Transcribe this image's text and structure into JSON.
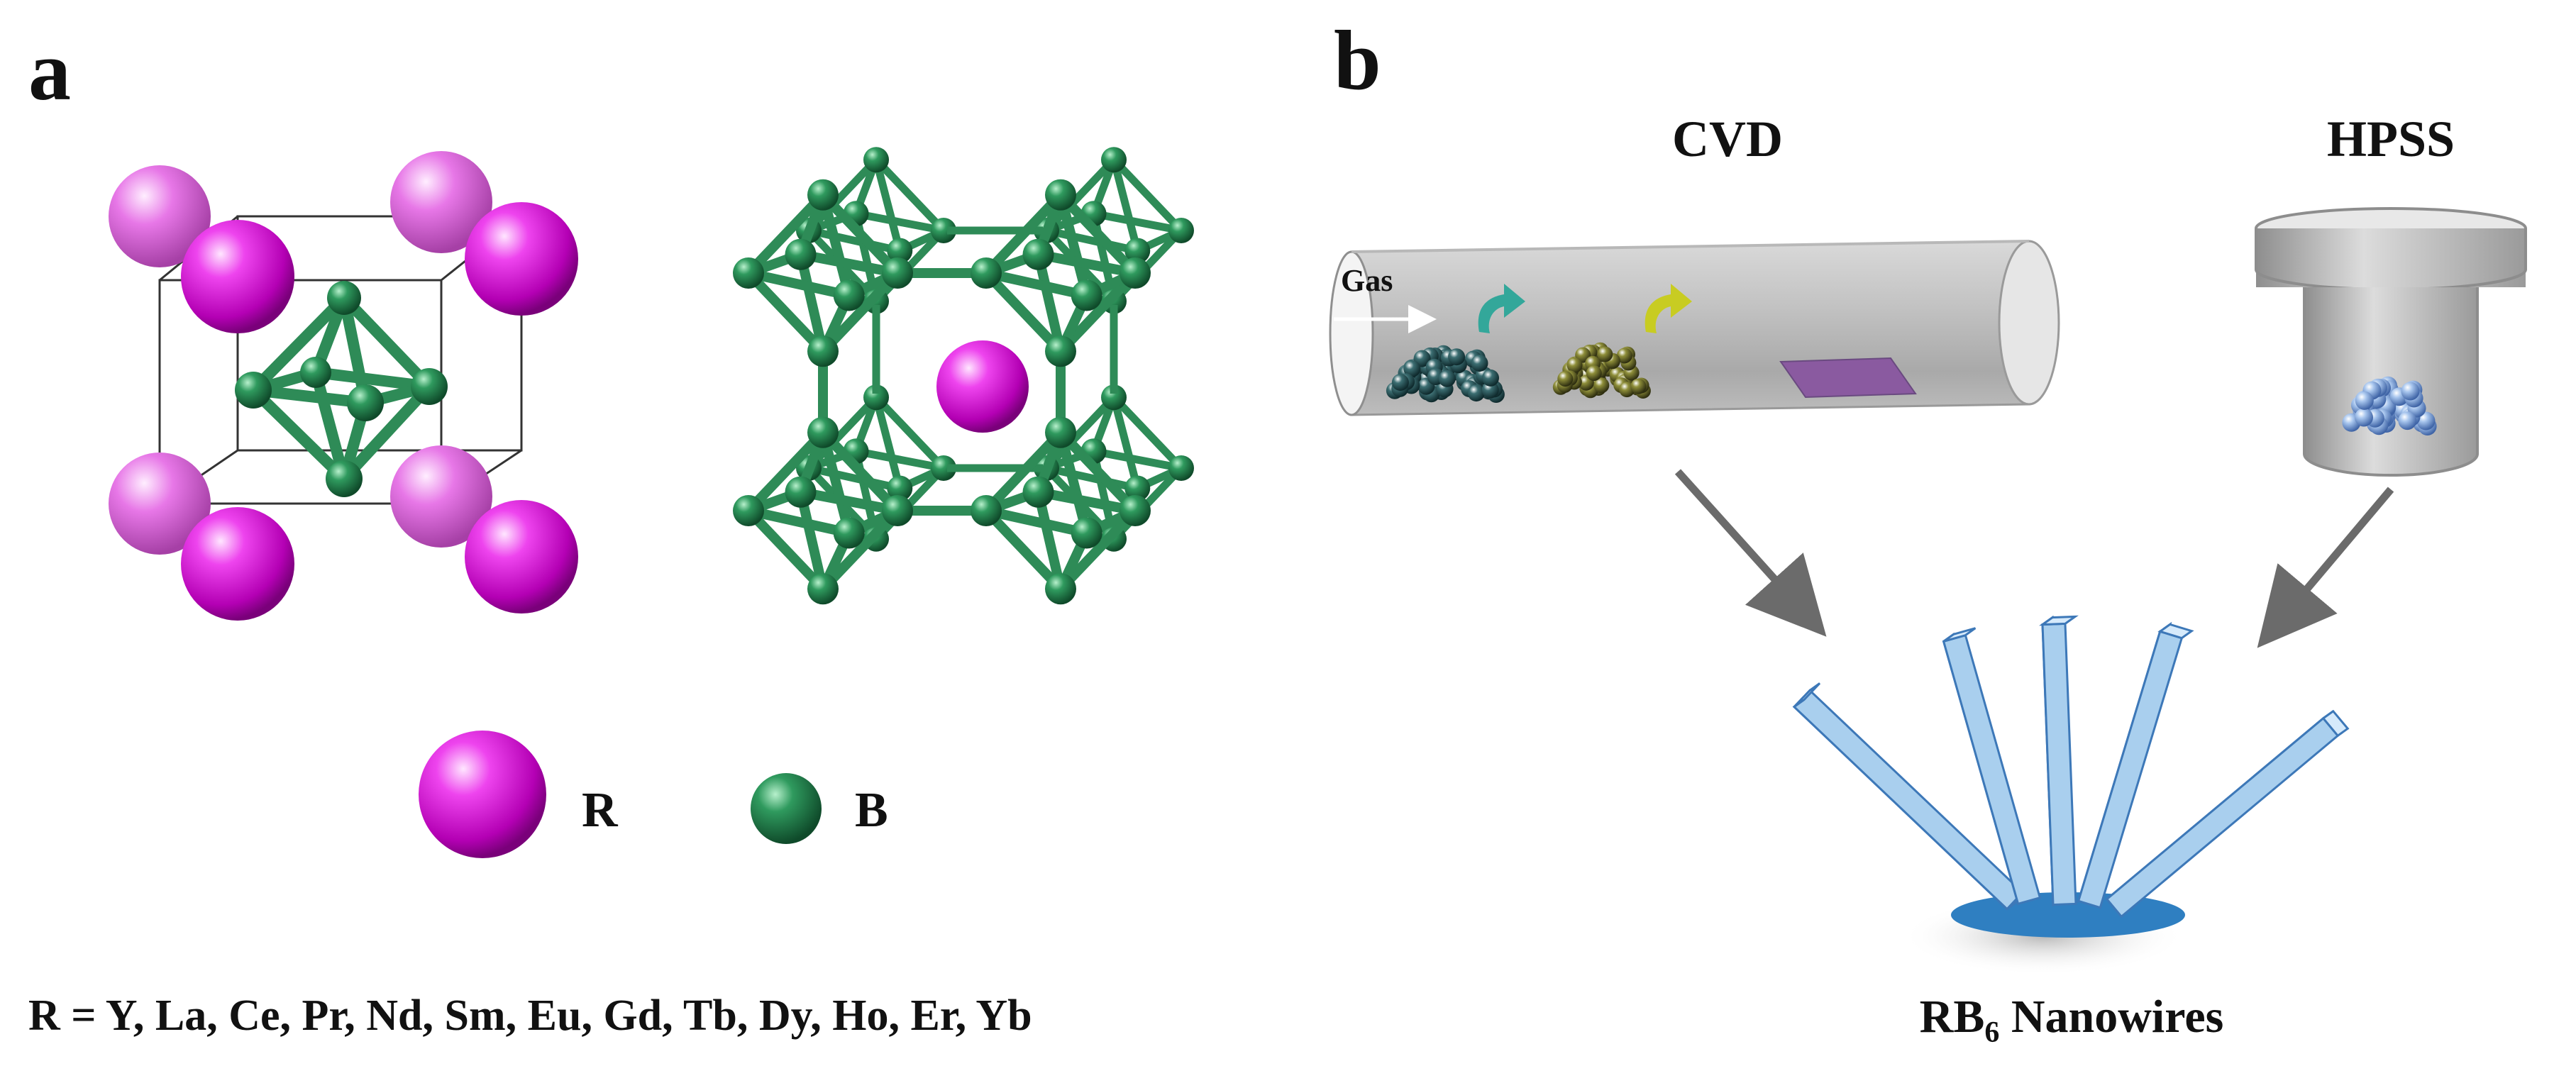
{
  "panel_a": {
    "label": "a",
    "legend": {
      "r_label": "R",
      "b_label": "B"
    },
    "elements_note": "R = Y, La, Ce, Pr, Nd, Sm, Eu, Gd, Tb, Dy, Ho, Er, Yb"
  },
  "panel_b": {
    "label": "b",
    "cvd_title": "CVD",
    "hpss_title": "HPSS",
    "gas_label": "Gas",
    "product_prefix": "RB",
    "product_subscript": "6",
    "product_suffix": " Nanowires"
  },
  "colors": {
    "r_atom": "#d100d1",
    "b_atom": "#1f7a47",
    "bond": "#2e8b57",
    "nanowire": "#a9cfee",
    "arrow": "#6b6b6b"
  }
}
